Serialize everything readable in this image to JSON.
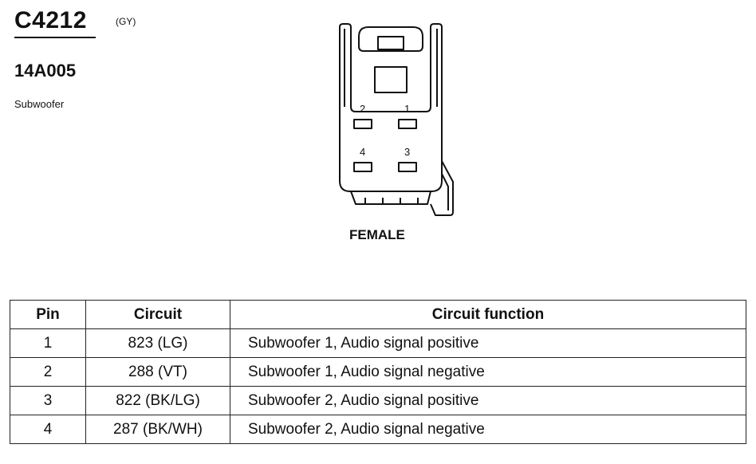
{
  "connector": {
    "id": "C4212",
    "color_code": "(GY)",
    "part_number": "14A005",
    "component": "Subwoofer",
    "gender": "FEMALE",
    "pin_labels": [
      "2",
      "1",
      "4",
      "3"
    ]
  },
  "table": {
    "headers": {
      "pin": "Pin",
      "circuit": "Circuit",
      "function": "Circuit function"
    },
    "rows": [
      {
        "pin": "1",
        "circuit": "823 (LG)",
        "function": "Subwoofer 1, Audio signal positive"
      },
      {
        "pin": "2",
        "circuit": "288 (VT)",
        "function": "Subwoofer 1, Audio signal negative"
      },
      {
        "pin": "3",
        "circuit": "822 (BK/LG)",
        "function": "Subwoofer 2, Audio signal positive"
      },
      {
        "pin": "4",
        "circuit": "287 (BK/WH)",
        "function": "Subwoofer 2, Audio signal negative"
      }
    ]
  }
}
